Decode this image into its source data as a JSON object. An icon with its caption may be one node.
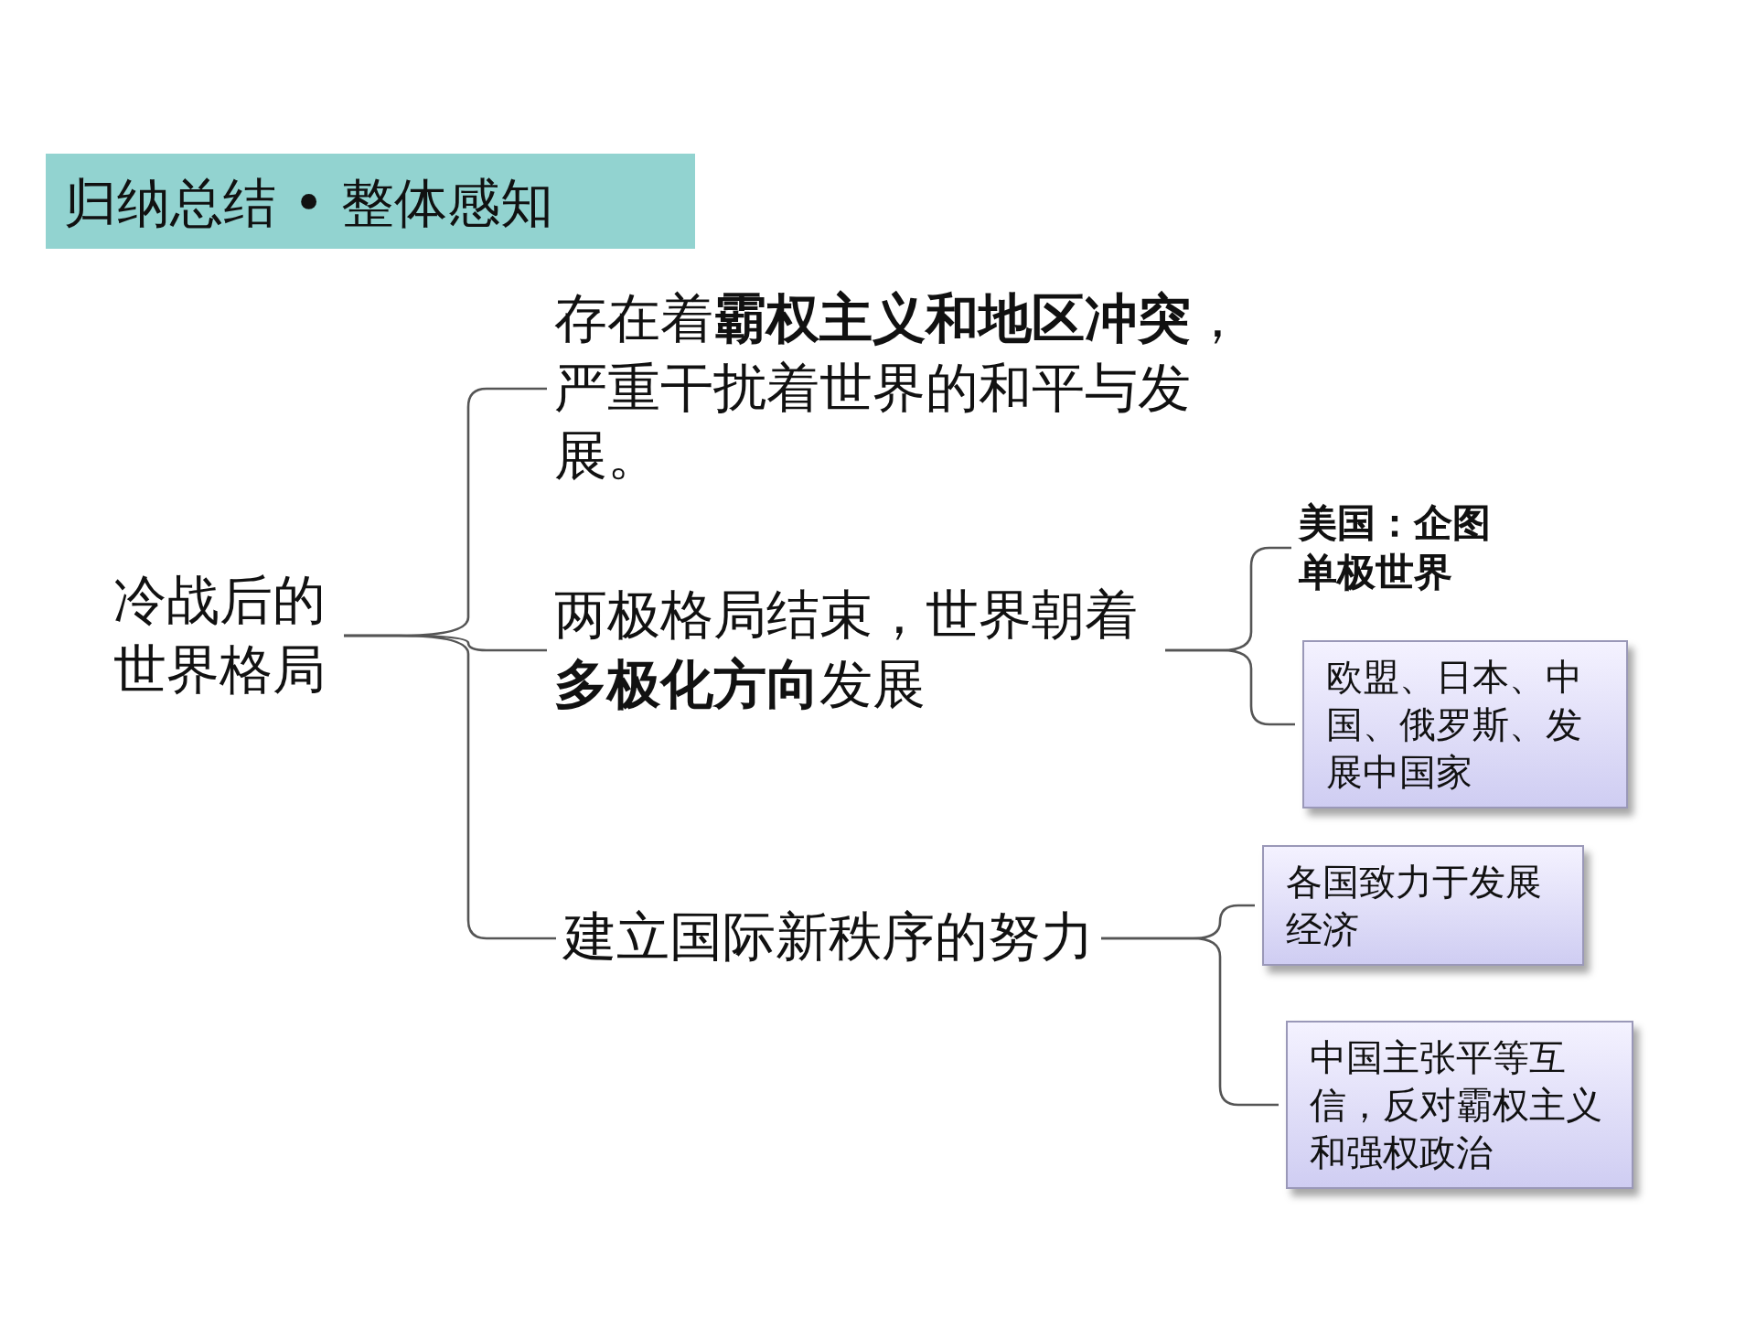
{
  "diagram": {
    "title": "归纳总结 • 整体感知",
    "nodes": [
      {
        "text": [
          "冷战后的世界格局"
        ]
      },
      {
        "text": [
          "存在着**霸权主义和地区冲突**，严重干扰着世界的和平与发展。"
        ]
      },
      {
        "text": [
          "两极格局结束，世界朝着**多极化方向**发展"
        ]
      },
      {
        "text": [
          "建立国际新秩序的努力"
        ]
      },
      {
        "text": [
          "美国：企图单极世界"
        ]
      },
      {
        "text": [
          "欧盟、日本、中国、俄罗斯、发展中国家"
        ]
      },
      {
        "text": [
          "各国致力于发展经济"
        ]
      },
      {
        "text": [
          "中国主张平等互信，反对霸权主义和强权政治"
        ]
      }
    ],
    "edges": [
      {
        "from": 0,
        "to": 1,
        "arrow": "none"
      },
      {
        "from": 0,
        "to": 2,
        "arrow": "none"
      },
      {
        "from": 0,
        "to": 3,
        "arrow": "none"
      },
      {
        "from": 2,
        "to": 4,
        "arrow": "none"
      },
      {
        "from": 2,
        "to": 5,
        "arrow": "none"
      },
      {
        "from": 3,
        "to": 6,
        "arrow": "none"
      },
      {
        "from": 3,
        "to": 7,
        "arrow": "none"
      }
    ]
  }
}
